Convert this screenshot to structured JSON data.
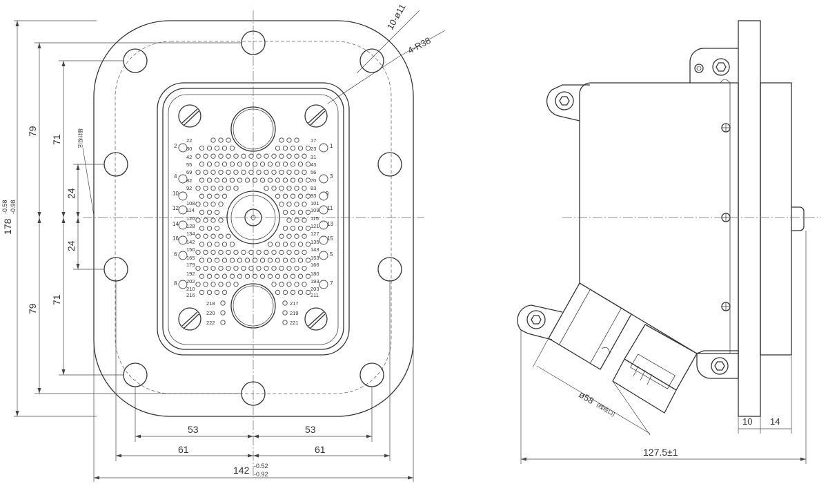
{
  "drawing": {
    "front_dims": {
      "top_holes": "10-ø11",
      "corner_radius": "4-R38",
      "d53_left": "53",
      "d53_right": "53",
      "d61_left": "61",
      "d61_right": "61",
      "width_main": "142",
      "width_tol_upper": "-0.52",
      "width_tol_lower": "-0.92",
      "h79_top": "79",
      "h79_bottom": "79",
      "h71_top": "71",
      "h71_bottom": "71",
      "h24_top": "24",
      "h24_bottom": "24",
      "height_main": "178",
      "height_tol_upper": "-0.58",
      "height_tol_lower": "-0.98",
      "small_note": "插针标记"
    },
    "side_dims": {
      "diameter": "ø58",
      "diameter_note": "(线缆口)",
      "d10": "10",
      "d14": "14",
      "length": "127.5±1"
    },
    "contact_labels": {
      "left_small": [
        "2",
        "4",
        "10",
        "12",
        "14",
        "16",
        "6",
        "8"
      ],
      "right_small": [
        "1",
        "3",
        "9",
        "11",
        "13",
        "15",
        "5",
        "7"
      ],
      "left_rows": [
        "22",
        "30",
        "42",
        "55",
        "69",
        "82",
        "92",
        "108",
        "114",
        "120",
        "128",
        "134",
        "142",
        "150",
        "165",
        "179",
        "192",
        "202",
        "210",
        "216"
      ],
      "right_rows": [
        "17",
        "23",
        "31",
        "43",
        "56",
        "70",
        "83",
        "93",
        "101",
        "109",
        "115",
        "121",
        "127",
        "135",
        "143",
        "153",
        "166",
        "180",
        "193",
        "203",
        "211"
      ],
      "bottom_left": [
        "218",
        "220",
        "222"
      ],
      "bottom_right": [
        "217",
        "219",
        "221"
      ]
    }
  }
}
